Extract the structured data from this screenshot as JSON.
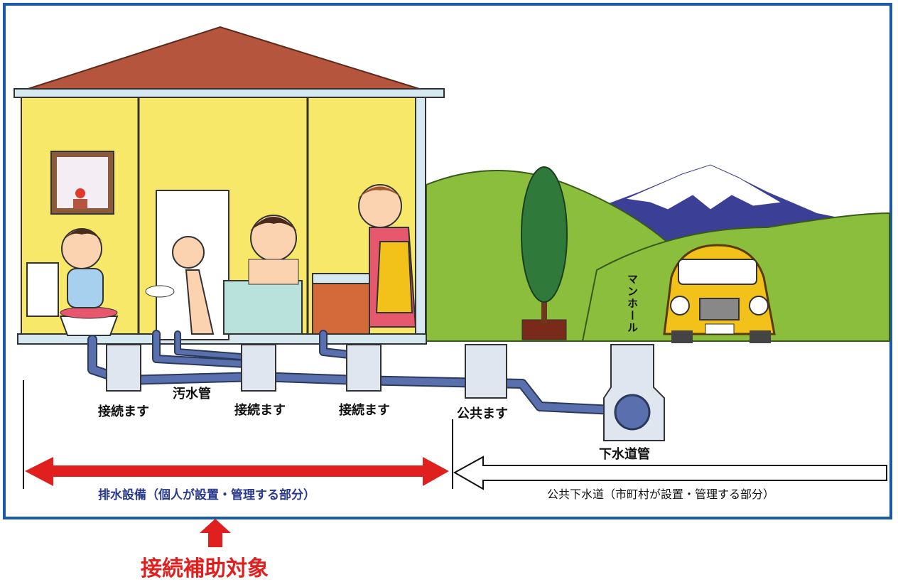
{
  "labels": {
    "connection_box_1": "接続ます",
    "connection_box_2": "接続ます",
    "connection_box_3": "接続ます",
    "sewage_pipe": "汚水管",
    "public_box": "公共ます",
    "manhole": "マンホール",
    "sewer_main": "下水道管",
    "private_drainage": "排水設備（個人が設置・管理する部分）",
    "public_sewer": "公共下水道（市町村が設置・管理する部分）",
    "subsidy_target": "接続補助対象"
  },
  "colors": {
    "frame": "#1a5aa8",
    "private_arrow": "#e0201e",
    "public_arrow": "#ffffff",
    "subsidy_text": "#e0201e",
    "private_label": "#2a3a8c",
    "pipe": "#5a6fae",
    "house_wall": "#f7e86a",
    "roof": "#b5553d",
    "hill": "#8bbe3c",
    "mountain": "#3b3f96"
  }
}
